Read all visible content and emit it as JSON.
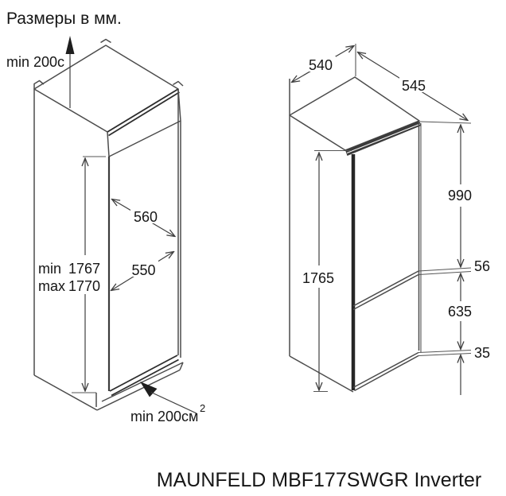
{
  "title": "Размеры в мм.",
  "caption": "MAUNFELD MBF177SWGR Inverter",
  "niche": {
    "top_clearance": "min 200c",
    "depth_top": "560",
    "depth_bottom": "550",
    "height_min_label": "min",
    "height_min_value": "1767",
    "height_max_label": "max",
    "height_max_value": "1770",
    "vent_area": "min 200см",
    "vent_area_exp": "2"
  },
  "fridge": {
    "width": "540",
    "depth": "545",
    "upper_section_height": "990",
    "total_height": "1765",
    "middle_gap": "56",
    "lower_section_height": "635",
    "bottom_clearance": "35"
  }
}
